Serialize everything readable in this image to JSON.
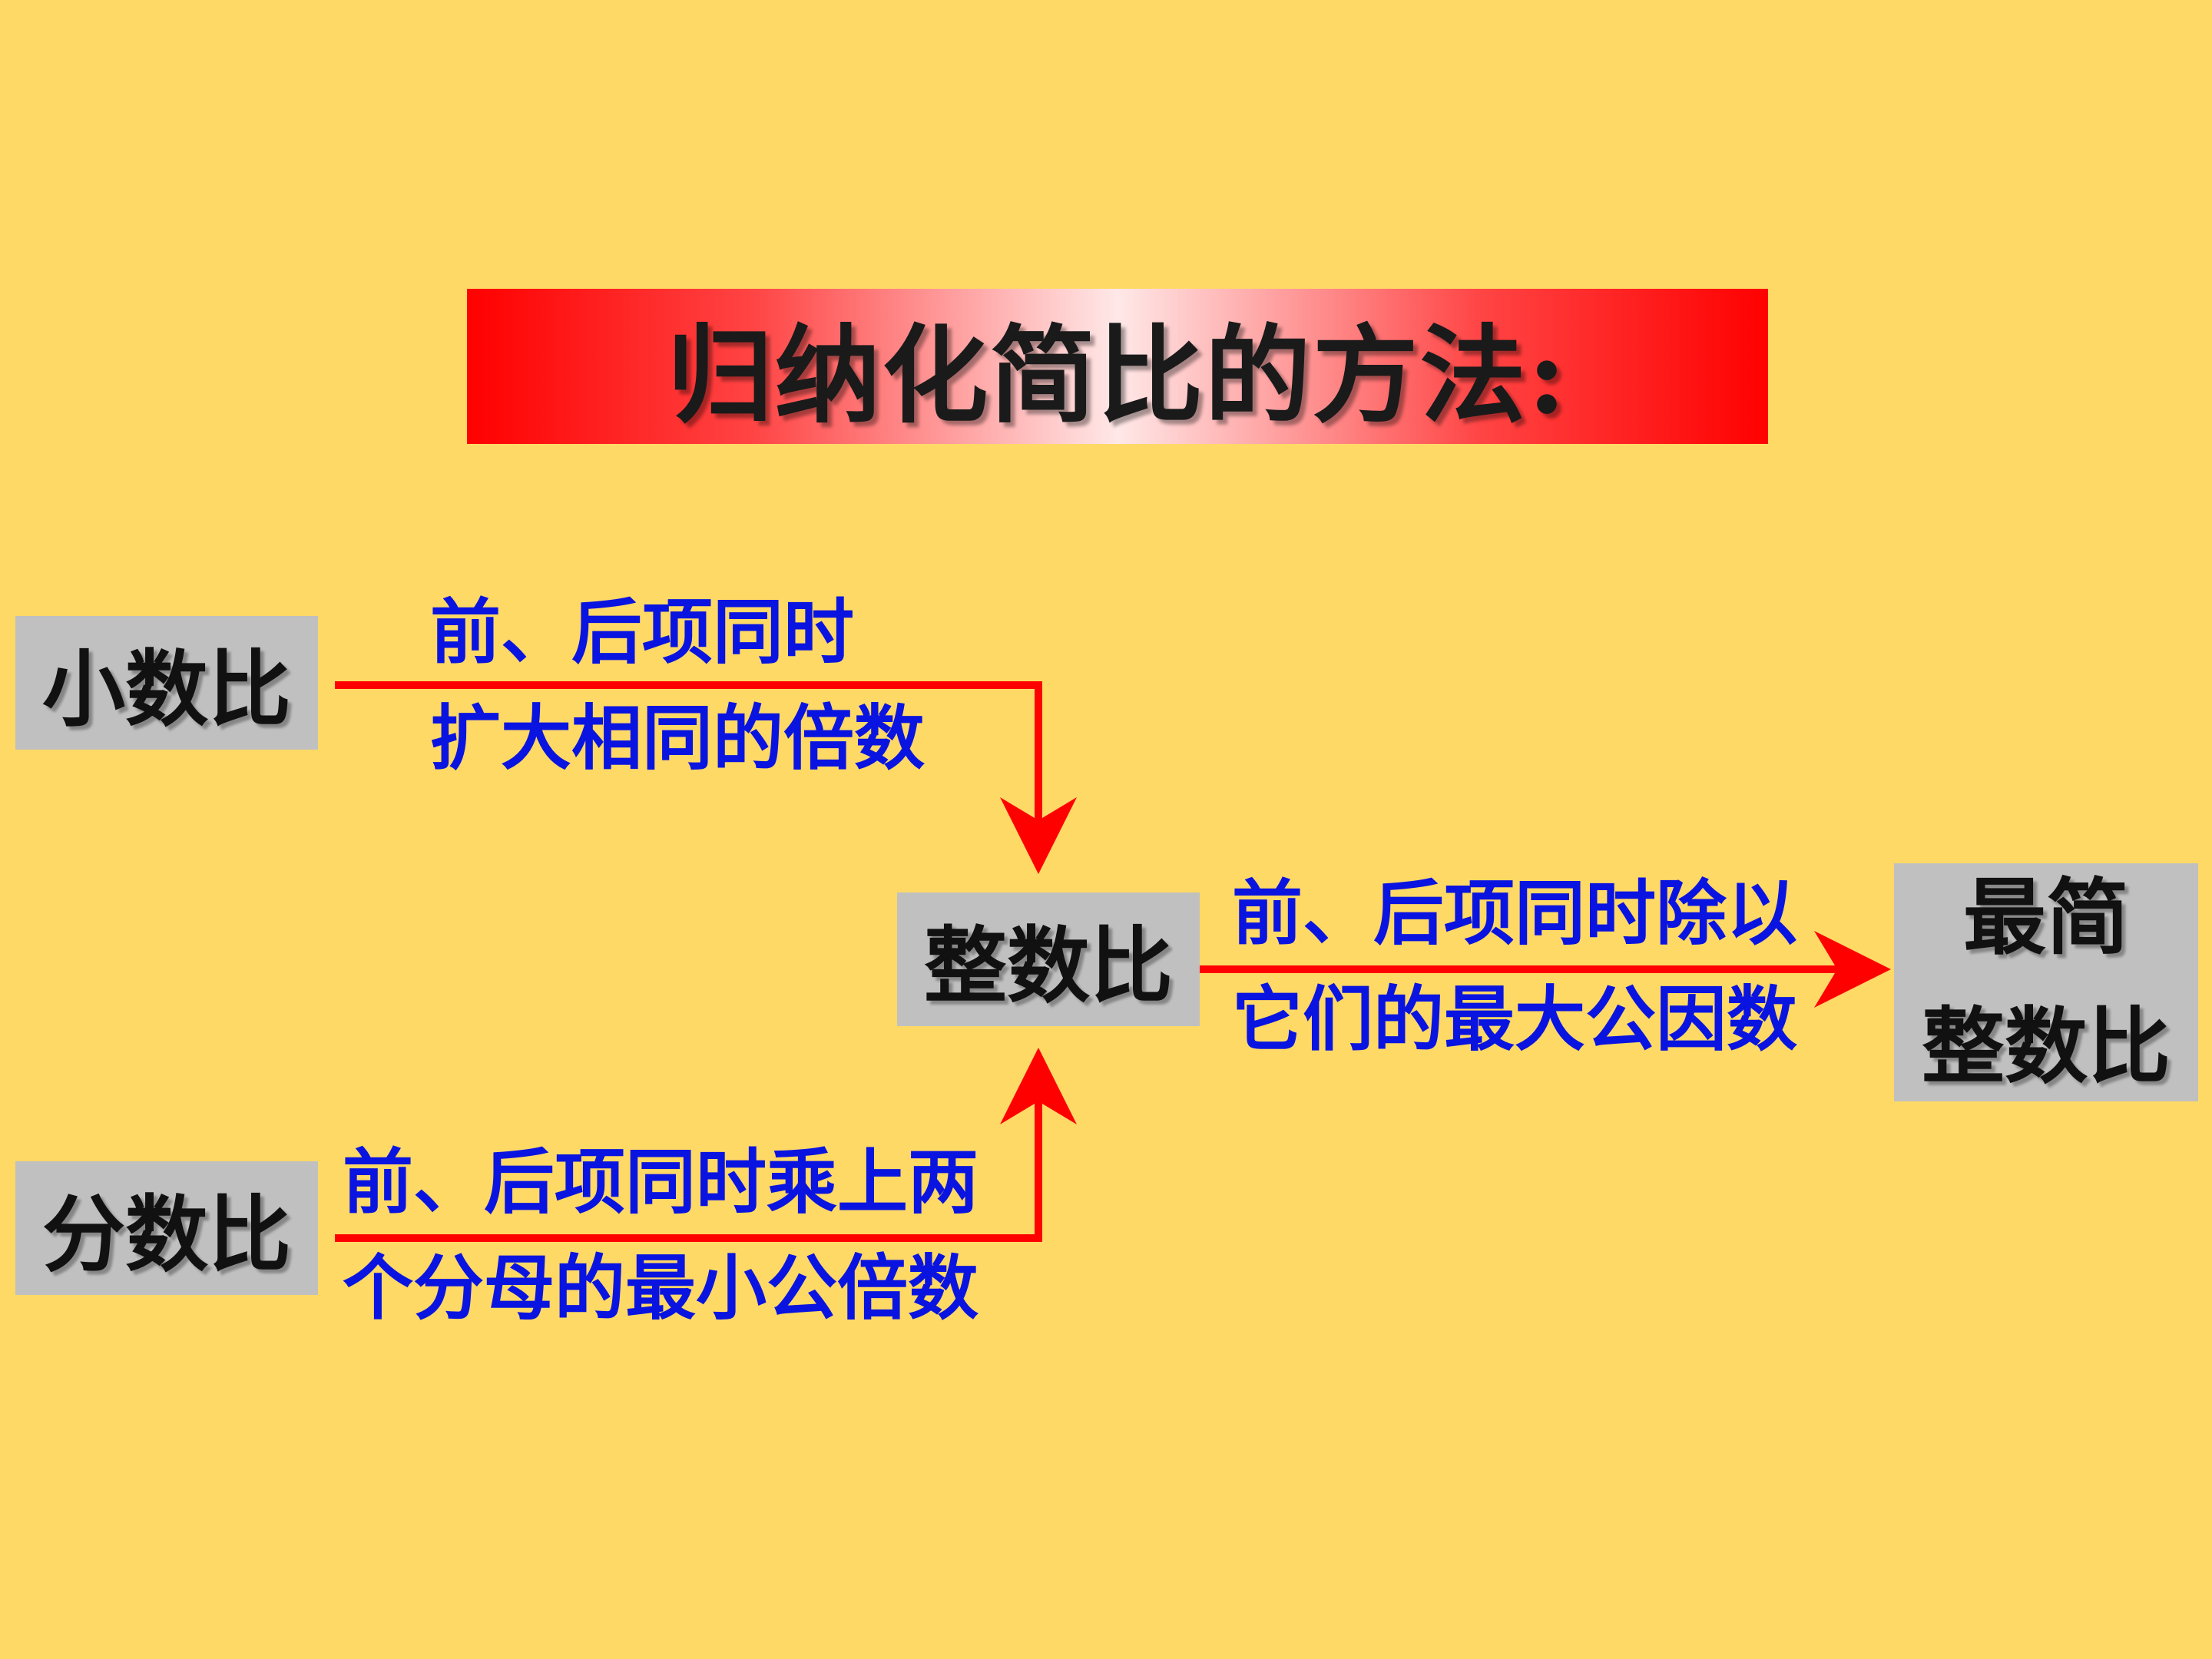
{
  "title": "归纳化简比的方法:",
  "boxes": {
    "decimal": "小数比",
    "fraction": "分数比",
    "integer": "整数比",
    "simplest_line1": "最简",
    "simplest_line2": "整数比"
  },
  "labels": {
    "decimal_line1": "前、后项同时",
    "decimal_line2": "扩大相同的倍数",
    "fraction_line1": "前、后项同时乘上两",
    "fraction_line2": "个分母的最小公倍数",
    "integer_line1": "前、后项同时除以",
    "integer_line2": "它们的最大公因数"
  },
  "colors": {
    "background": "#FFD966",
    "arrow": "#FF0000",
    "label_text": "#0A14E0",
    "box_fill": "#C0C0C0"
  }
}
